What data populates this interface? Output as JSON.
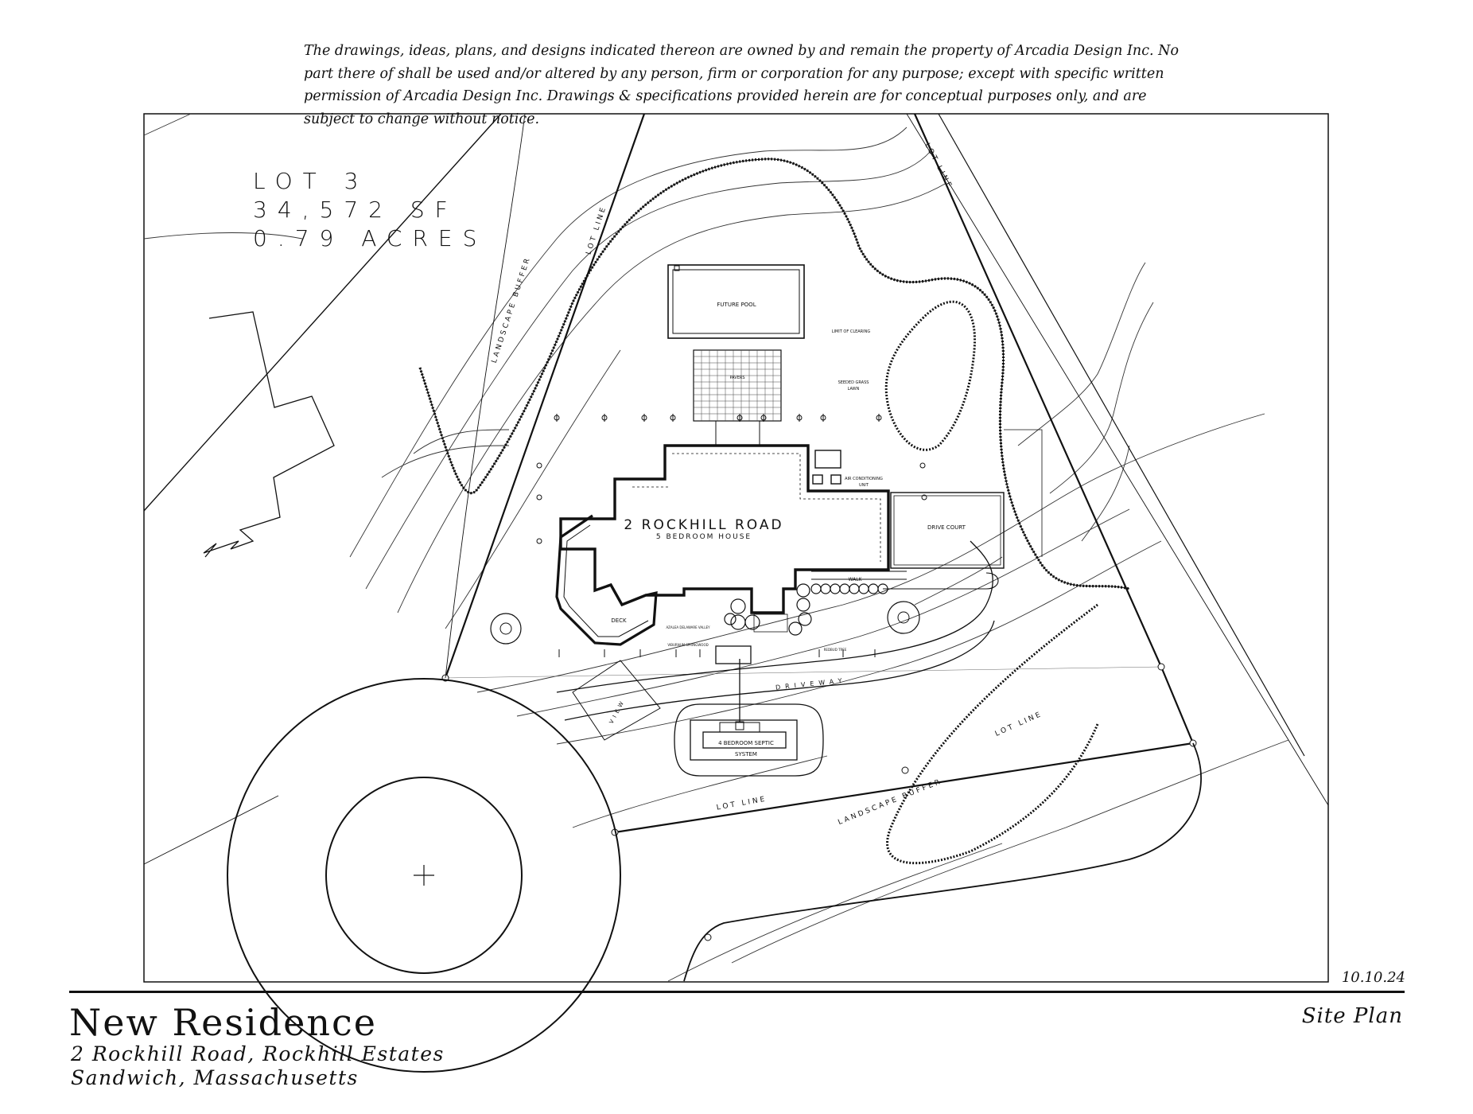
{
  "disclaimer": "The drawings, ideas, plans, and designs indicated thereon are owned by and remain the property of Arcadia Design Inc. No part there of shall be used and/or altered by any person, firm or corporation for any purpose; except with specific written permission of Arcadia Design Inc. Drawings & specifications provided herein are for conceptual purposes only, and are subject to change without notice.",
  "lot": {
    "line1": "LOT 3",
    "line2": "34,572 SF",
    "line3": "0.79 ACRES"
  },
  "plan": {
    "house_name": "2 ROCKHILL ROAD",
    "house_desc": "5 BEDROOM HOUSE",
    "future_pool": "FUTURE POOL",
    "deck": "DECK",
    "drive_court": "DRIVE COURT",
    "walk": "WALK",
    "driveway": "DRIVEWAY",
    "view": "VIEW",
    "septic_line1": "4 BEDROOM SEPTIC",
    "septic_line2": "SYSTEM",
    "lot_line": "LOT LINE",
    "landscape_buffer": "LANDSCAPE BUFFER",
    "limit_of_clearing": "LIMIT OF CLEARING",
    "seeded_grass": "SEEDED GRASS",
    "seeded_grass2": "LAWN",
    "air_conditioning": "AIR CONDITIONING",
    "air_conditioning2": "UNIT",
    "paver": "PAVERS",
    "azalea": "AZALEA DELAWARE VALLEY",
    "viburnum": "VIBURNUM SPRINGWOOD",
    "redbud": "REDBUD TREE"
  },
  "date": "10.10.24",
  "title_block": {
    "project": "New Residence",
    "address_line1": "2 Rockhill Road, Rockhill Estates",
    "address_line2": "Sandwich, Massachusetts",
    "sheet": "Site Plan"
  }
}
